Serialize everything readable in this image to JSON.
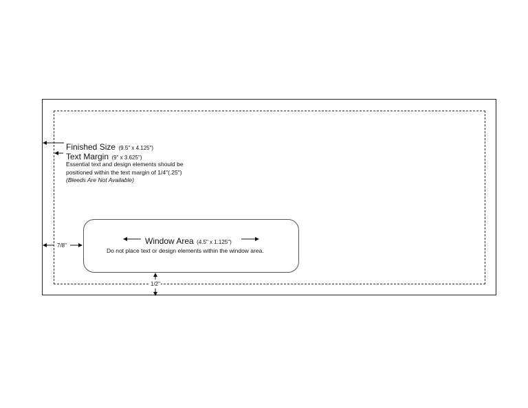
{
  "finished_size": {
    "title": "Finished Size",
    "dims": "(9.5\" x 4.125\")"
  },
  "text_margin": {
    "title": "Text Margin",
    "dims": "(9\" x 3.625\")",
    "note_line1": "Essential text and design elements should be",
    "note_line2": "positioned within the text margin of 1/4\"(.25\")",
    "note_italic": "(Bleeds Are Not Available)"
  },
  "window_area": {
    "title": "Window Area",
    "dims": "(4.5\" x 1.125\")",
    "note": "Do not place text or design elements within the window area."
  },
  "dimensions": {
    "left_offset": "7/8\"",
    "bottom_offset": "1/2\""
  }
}
